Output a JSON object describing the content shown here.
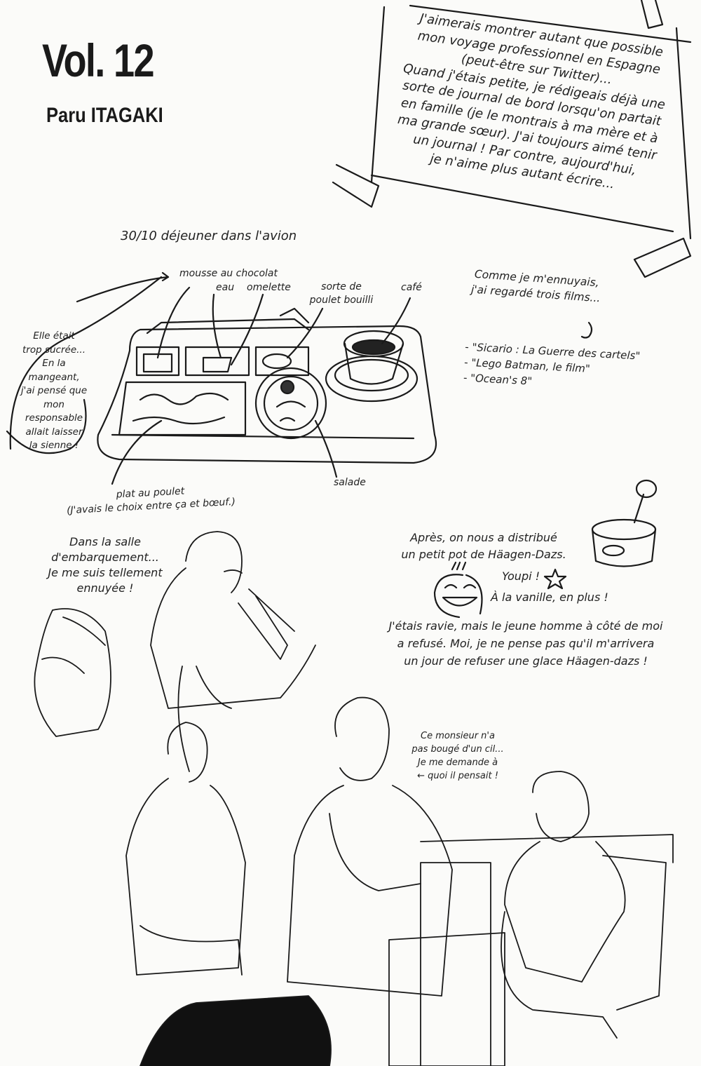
{
  "header": {
    "title": "Vol. 12",
    "author": "Paru ITAGAKI"
  },
  "intro_note": {
    "lines": [
      "J'aimerais montrer autant que possible",
      "mon voyage professionnel en Espagne",
      "(peut-être sur Twitter)...",
      "Quand j'étais petite, je rédigeais déjà une",
      "sorte de journal de bord lorsqu'on partait",
      "en famille (je le montrais à ma mère et à",
      "ma grande sœur). J'ai toujours aimé tenir",
      "un journal ! Par contre, aujourd'hui,",
      "je n'aime plus autant écrire..."
    ]
  },
  "meal": {
    "heading": "30/10 déjeuner dans l'avion",
    "labels": {
      "mousse": "mousse au chocolat",
      "eau": "eau",
      "omelette": "omelette",
      "poulet_bouilli_1": "sorte de",
      "poulet_bouilli_2": "poulet bouilli",
      "cafe": "café",
      "salade": "salade",
      "plat_1": "plat au poulet",
      "plat_2": "(J'avais le choix entre ça et bœuf.)"
    },
    "comment": [
      "Elle était",
      "trop sucrée...",
      "En la mangeant,",
      "j'ai pensé que",
      "mon responsable",
      "allait laisser",
      "la sienne !"
    ]
  },
  "films": {
    "intro": [
      "Comme je m'ennuyais,",
      "j'ai regardé trois films..."
    ],
    "list": [
      "- \"Sicario : La Guerre des cartels\"",
      "- \"Lego Batman, le film\"",
      "- \"Ocean's 8\""
    ]
  },
  "boarding": [
    "Dans la salle",
    "d'embarquement...",
    "Je me suis tellement",
    "ennuyée !"
  ],
  "icecream": {
    "intro": [
      "Après, on nous a distribué",
      "un petit pot de Häagen-Dazs."
    ],
    "youpi": "Youpi !",
    "vanilla": "À la vanille, en plus !",
    "story": [
      "J'étais ravie, mais le jeune homme à côté de moi",
      "a refusé. Moi, je ne pense pas qu'il m'arrivera",
      "un jour de refuser une glace Häagen-dazs !"
    ]
  },
  "monsieur": [
    "Ce monsieur n'a",
    "pas bougé d'un cil...",
    "Je me demande à",
    "← quoi il pensait !"
  ]
}
